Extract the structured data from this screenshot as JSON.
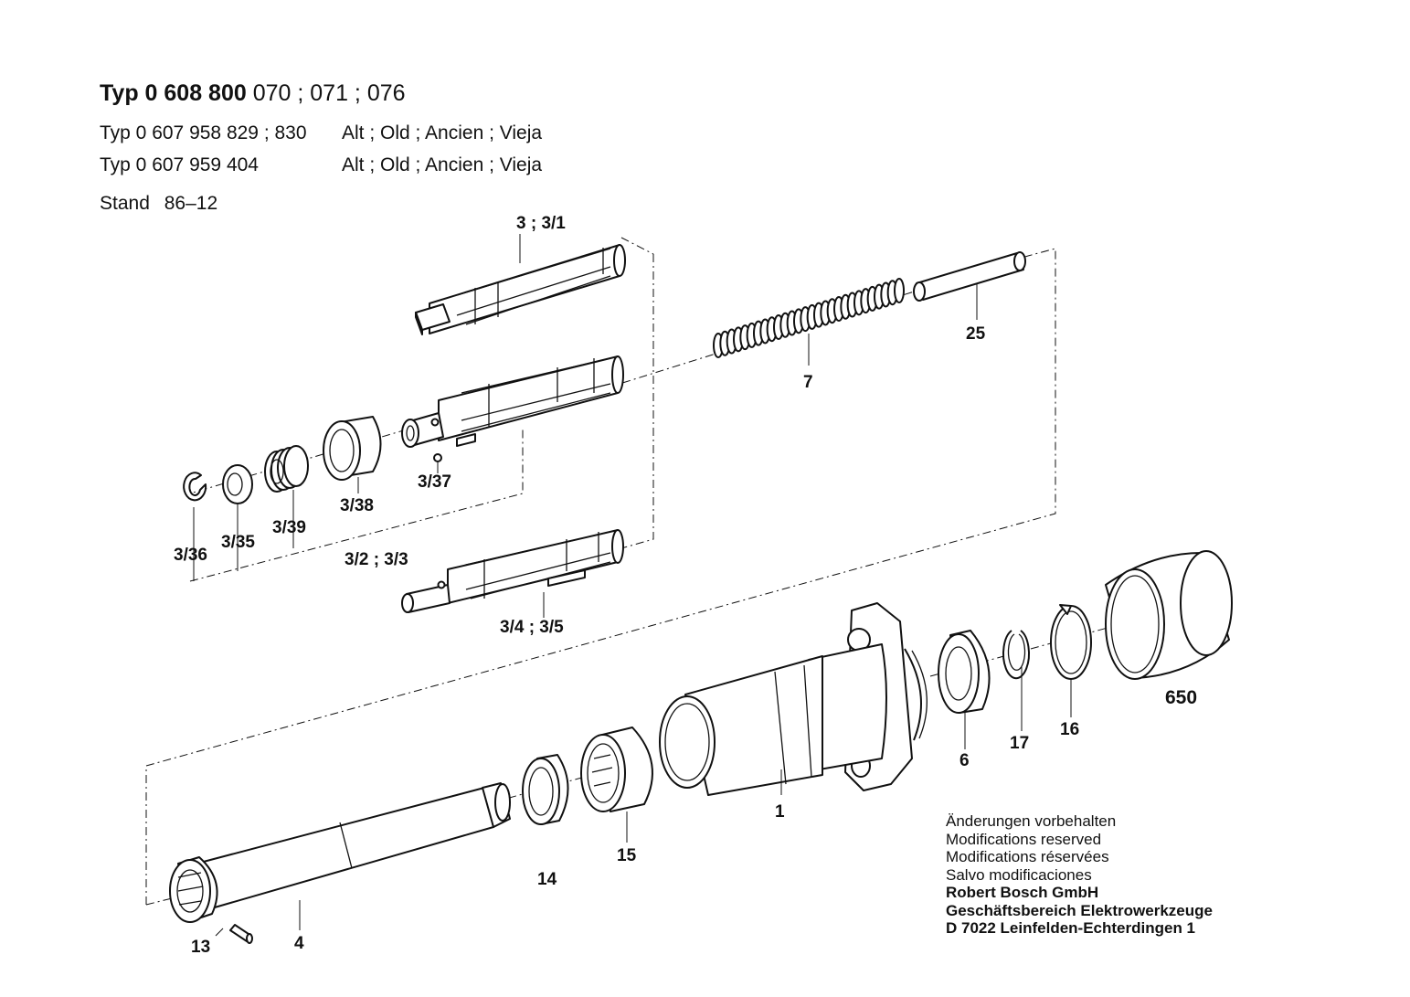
{
  "header": {
    "line1_prefix": "Typ 0 608 800",
    "line1_suffix": "070 ; 071 ; 076",
    "line2_code": "Typ 0 607 958 829 ; 830",
    "line2_note": "Alt ; Old ; Ancien ; Vieja",
    "line3_code": "Typ 0 607 959 404",
    "line3_note": "Alt ; Old ; Ancien ; Vieja",
    "stand_label": "Stand",
    "stand_value": "86–12"
  },
  "parts": {
    "p3_3_1": "3 ; 3/1",
    "p25": "25",
    "p7": "7",
    "p3_37": "3/37",
    "p3_38": "3/38",
    "p3_39": "3/39",
    "p3_36": "3/36",
    "p3_35": "3/35",
    "p3_2_3_3": "3/2 ; 3/3",
    "p3_4_3_5": "3/4 ; 3/5",
    "p650": "650",
    "p16": "16",
    "p17": "17",
    "p6": "6",
    "p1": "1",
    "p15": "15",
    "p14": "14",
    "p13": "13",
    "p4": "4"
  },
  "notes": {
    "line1": "Änderungen vorbehalten",
    "line2": "Modifications reserved",
    "line3": "Modifications réservées",
    "line4": "Salvo modificaciones",
    "company": "Robert Bosch GmbH",
    "division": "Geschäftsbereich Elektrowerkzeuge",
    "address": "D 7022 Leinfelden-Echterdingen 1"
  }
}
